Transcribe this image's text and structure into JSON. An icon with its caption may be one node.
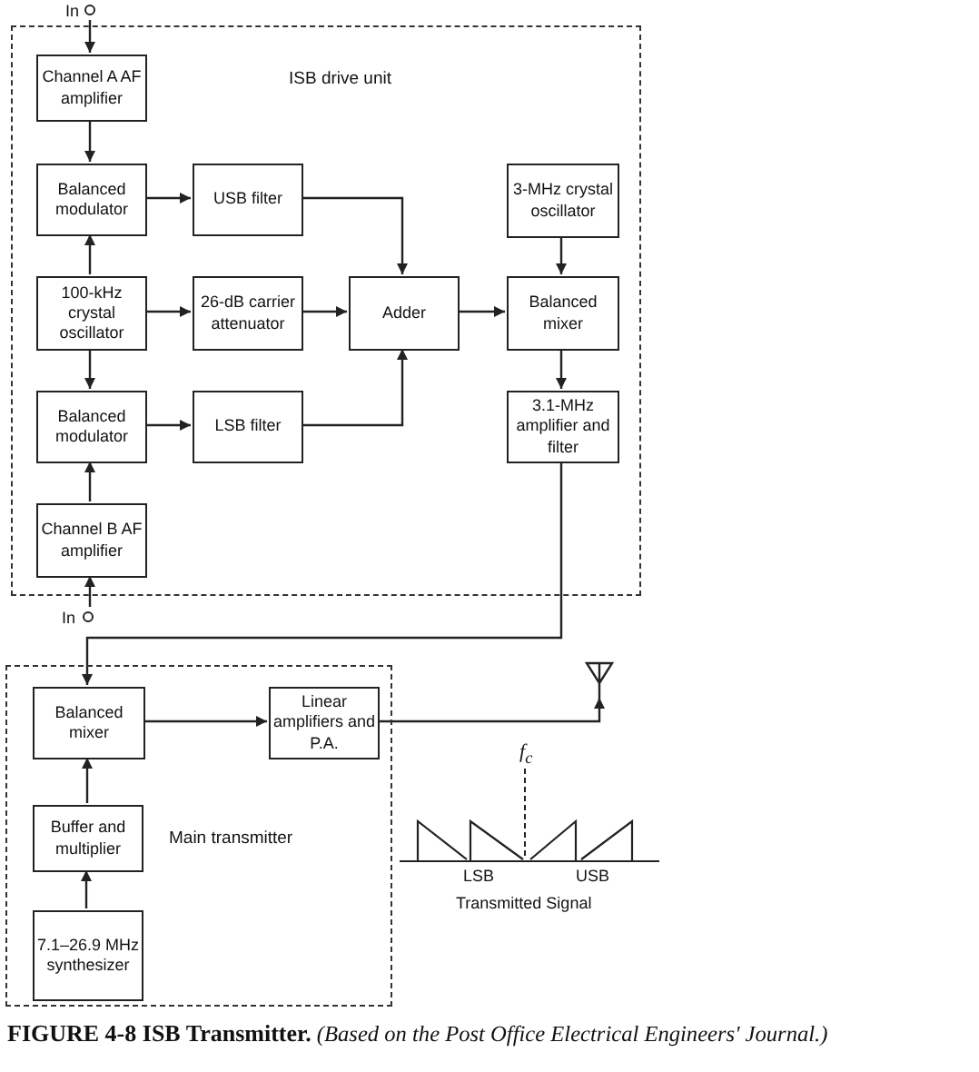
{
  "diagram": {
    "caption": "**FIGURE 4-8  ISB Transmitter.** *(Based on the Post Office Electrical Engineers' Journal.)*",
    "nodes": [
      {
        "text": [
          "In"
        ]
      },
      {
        "text": [
          "ISB drive unit"
        ]
      },
      {
        "text": [
          "Channel A AF amplifier"
        ],
        "in": 1
      },
      {
        "text": [
          "Balanced modulator"
        ],
        "in": 1
      },
      {
        "text": [
          "USB filter"
        ],
        "in": 1
      },
      {
        "text": [
          "100-kHz crystal oscillator"
        ],
        "in": 1
      },
      {
        "text": [
          "26-dB carrier attenuator"
        ],
        "in": 1
      },
      {
        "text": [
          "Adder"
        ],
        "in": 1
      },
      {
        "text": [
          "Balanced modulator"
        ],
        "in": 1
      },
      {
        "text": [
          "LSB filter"
        ],
        "in": 1
      },
      {
        "text": [
          "Channel B AF amplifier"
        ],
        "in": 1
      },
      {
        "text": [
          "3-MHz crystal oscillator"
        ],
        "in": 1
      },
      {
        "text": [
          "Balanced mixer"
        ],
        "in": 1
      },
      {
        "text": [
          "3.1-MHz amplifier and filter"
        ],
        "in": 1
      },
      {
        "text": [
          "In"
        ]
      },
      {
        "text": [
          "Main transmitter"
        ]
      },
      {
        "text": [
          "Balanced mixer"
        ],
        "in": 15
      },
      {
        "text": [
          "Linear amplifiers and P.A."
        ],
        "in": 15
      },
      {
        "text": [
          "Buffer and multiplier"
        ],
        "in": 15
      },
      {
        "text": [
          "7.1–26.9 MHz synthesizer"
        ],
        "in": 15
      },
      {
        "text": [],
        "shape": "antenna"
      }
    ],
    "edges": [
      {
        "from": 0,
        "to": 2,
        "arrow": "to"
      },
      {
        "from": 2,
        "to": 3,
        "arrow": "to"
      },
      {
        "from": 5,
        "to": 3,
        "arrow": "to"
      },
      {
        "from": 3,
        "to": 4,
        "arrow": "to"
      },
      {
        "from": 4,
        "to": 7,
        "arrow": "to"
      },
      {
        "from": 5,
        "to": 6,
        "arrow": "to"
      },
      {
        "from": 6,
        "to": 7,
        "arrow": "to"
      },
      {
        "from": 5,
        "to": 8,
        "arrow": "to"
      },
      {
        "from": 8,
        "to": 9,
        "arrow": "to"
      },
      {
        "from": 9,
        "to": 7,
        "arrow": "to"
      },
      {
        "from": 14,
        "to": 10,
        "arrow": "to"
      },
      {
        "from": 10,
        "to": 8,
        "arrow": "to"
      },
      {
        "from": 7,
        "to": 12,
        "arrow": "to"
      },
      {
        "from": 11,
        "to": 12,
        "arrow": "to"
      },
      {
        "from": 12,
        "to": 13,
        "arrow": "to"
      },
      {
        "from": 13,
        "to": 16,
        "arrow": "to"
      },
      {
        "from": 16,
        "to": 17,
        "arrow": "to"
      },
      {
        "from": 18,
        "to": 16,
        "arrow": "to"
      },
      {
        "from": 19,
        "to": 18,
        "arrow": "to"
      },
      {
        "from": 17,
        "to": 20,
        "arrow": "to"
      }
    ],
    "labels": [
      "f$_{c}$",
      "LSB",
      "USB",
      "Transmitted Signal"
    ]
  }
}
